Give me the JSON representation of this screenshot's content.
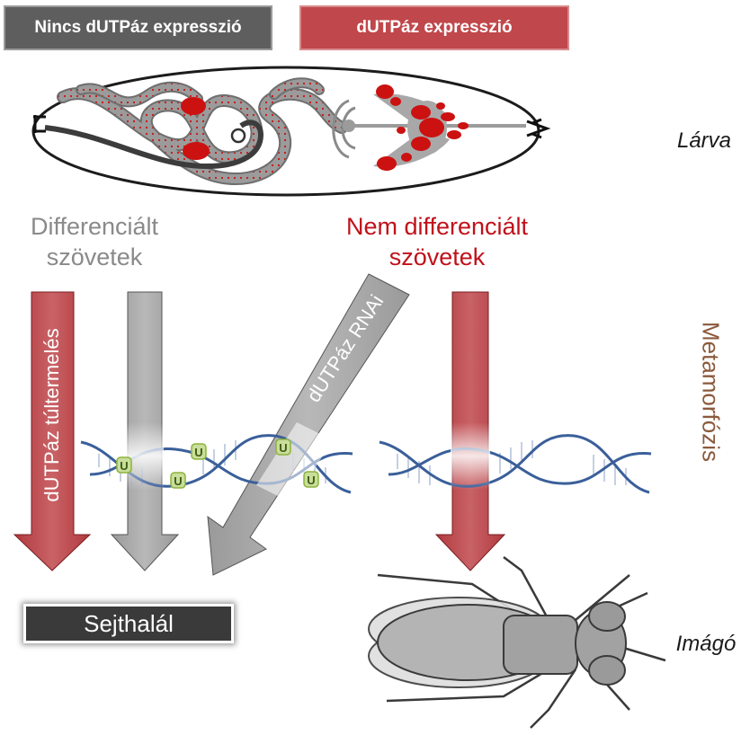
{
  "header": {
    "no_expression": "Nincs dUTPáz expresszió",
    "expression": "dUTPáz expresszió"
  },
  "stages": {
    "larva": "Lárva",
    "metamorphosis": "Metamorfózis",
    "adult": "Imágó"
  },
  "tissues": {
    "differentiated": "Differenciált\nszövetek",
    "undifferentiated": "Nem differenciált\nszövetek"
  },
  "arrows": {
    "overexpression": "dUTPáz túltermelés",
    "rnai": "dUTPáz RNAi"
  },
  "dna": {
    "uracil_symbol": "U"
  },
  "outcome": {
    "cell_death": "Sejthalál"
  },
  "colors": {
    "gray_box": "#5e5e5e",
    "red_box": "#c0474b",
    "gray_text": "#8a8a8a",
    "red_text": "#c0111a",
    "stage_brown": "#8b5a3c",
    "dna_blue": "#3a5f9a",
    "uracil_green": "#8cb43c",
    "dot_red": "#cc1111"
  }
}
